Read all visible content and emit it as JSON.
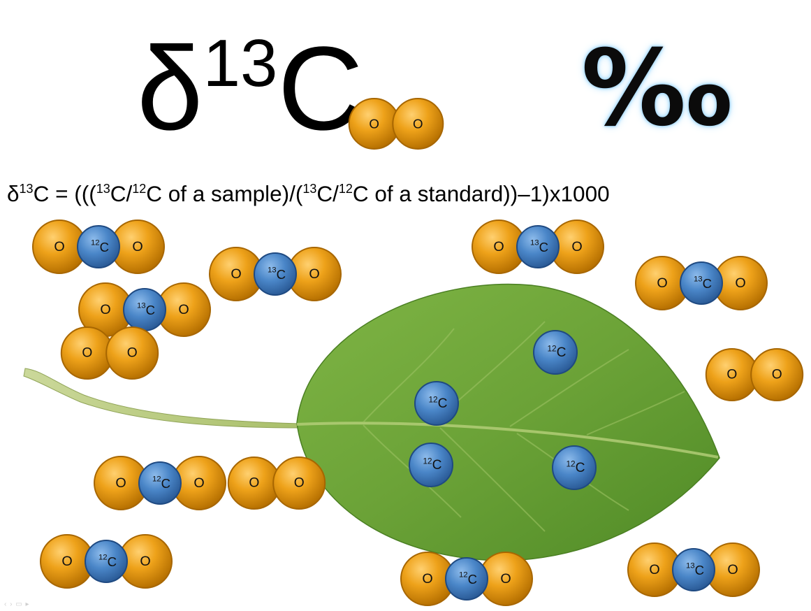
{
  "title": {
    "delta": "δ",
    "isotope_mass": "13",
    "element": "C",
    "permil": "‰"
  },
  "formula": {
    "lhs_delta": "δ",
    "lhs_mass": "13",
    "lhs_element": "C",
    "part1": " = (((",
    "m1": "13",
    "part2": "C/",
    "m2": "12",
    "part3": "C of a sample)/(",
    "m3": "13",
    "part4": "C/",
    "m4": "12",
    "part5": "C of a standard))–1)x1000"
  },
  "labels": {
    "oxygen": "O",
    "carbon": "C",
    "c12_mass": "12",
    "c13_mass": "13"
  },
  "colors": {
    "oxygen_fill": "#e69a0c",
    "oxygen_dark": "#b06f00",
    "carbon_fill": "#4a86c8",
    "carbon_dark": "#234e85",
    "leaf": "#6aa437"
  }
}
